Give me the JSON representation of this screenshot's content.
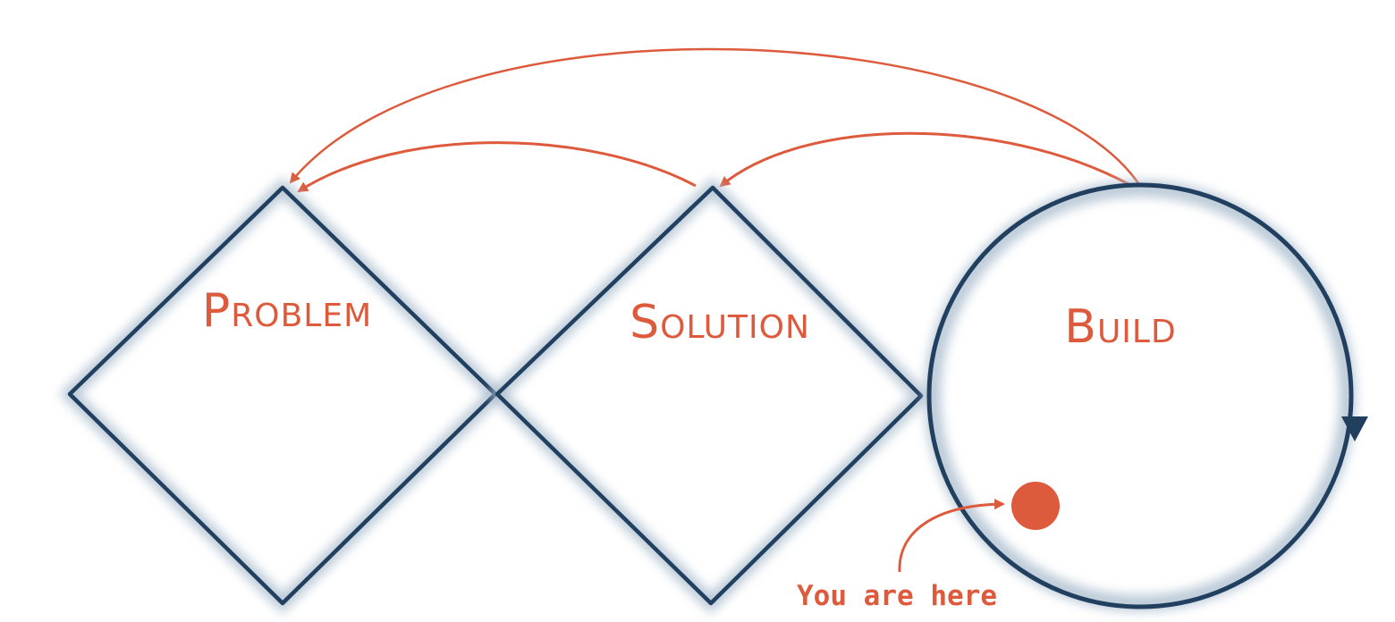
{
  "colors": {
    "shape_stroke": "#213f5f",
    "shape_shadow": "#a9bccd",
    "accent": "#dd5a3c",
    "background": "#ffffff"
  },
  "stages": [
    {
      "label": "Problem",
      "shape": "diamond"
    },
    {
      "label": "Solution",
      "shape": "diamond"
    },
    {
      "label": "Build",
      "shape": "circle",
      "cycle_arrow": true
    }
  ],
  "feedback_arrows": [
    {
      "from": "Build",
      "to": "Problem"
    },
    {
      "from": "Solution",
      "to": "Problem"
    },
    {
      "from": "Build",
      "to": "Solution"
    }
  ],
  "marker": {
    "label": "You are here",
    "location": "Build"
  }
}
